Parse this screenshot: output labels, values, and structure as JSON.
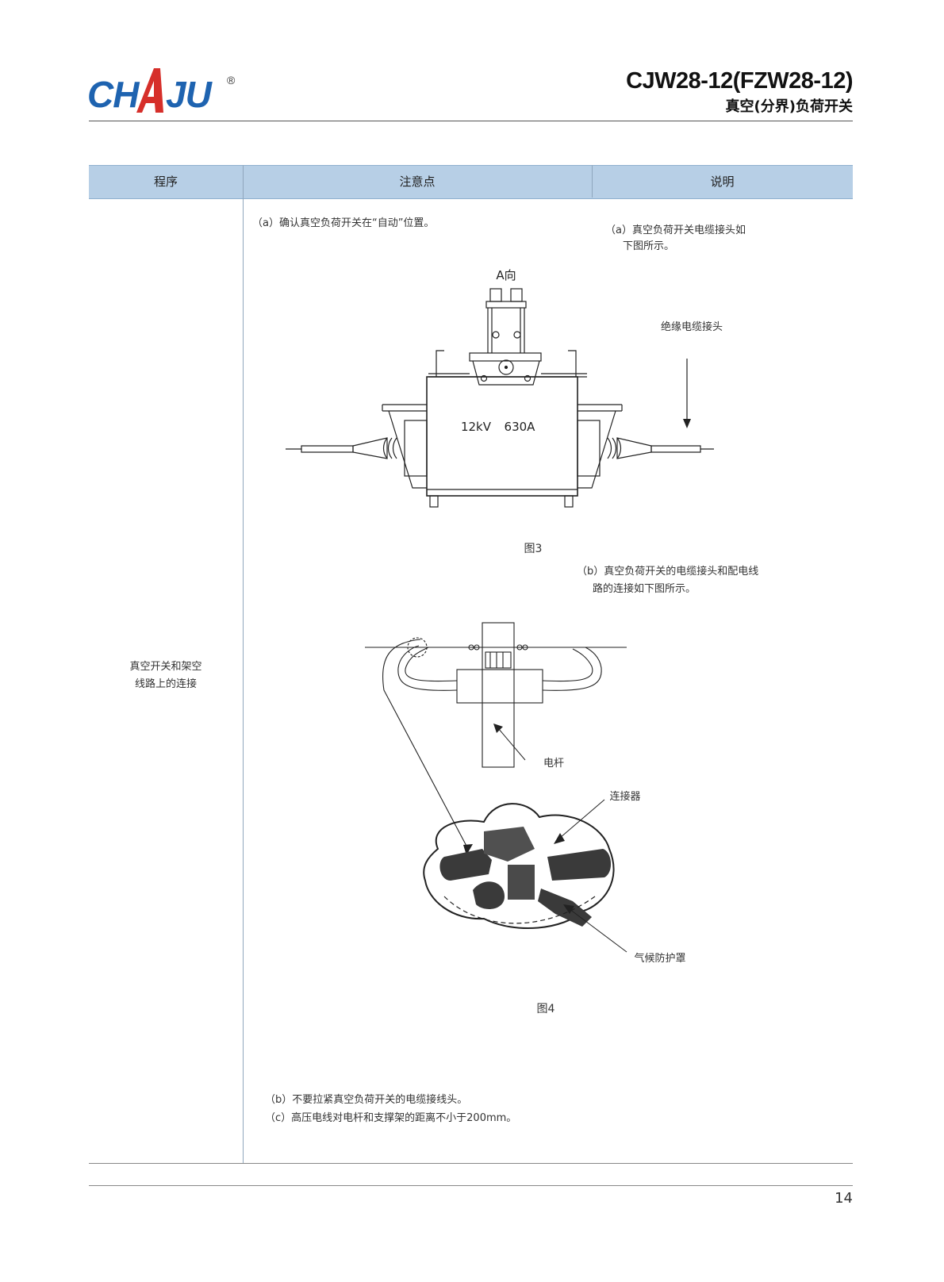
{
  "header": {
    "brand": "CHAJU",
    "registered": "®",
    "model": "CJW28-12(FZW28-12)",
    "product_name": "真空(分界)负荷开关"
  },
  "table": {
    "headers": [
      "程序",
      "注意点",
      "说明"
    ],
    "procedure": [
      "真空开关和架空",
      "线路上的连接"
    ],
    "notes": {
      "a": "（a）确认真空负荷开关在“自动”位置。",
      "b": "（b）不要拉紧真空负荷开关的电缆接线头。",
      "c": "（c）高压电线对电杆和支撑架的距离不小于200mm。"
    },
    "explanations": {
      "a_line1": "（a）真空负荷开关电缆接头如",
      "a_line2": "下图所示。",
      "b_line1": "（b）真空负荷开关的电缆接头和配电线",
      "b_line2": "路的连接如下图所示。"
    }
  },
  "figure3": {
    "view_label": "A向",
    "rating_voltage": "12kV",
    "rating_current": "630A",
    "callout": "绝缘电缆接头",
    "caption": "图3"
  },
  "figure4": {
    "pole_label": "电杆",
    "connector_label": "连接器",
    "cover_label": "气候防护罩",
    "caption": "图4"
  },
  "footer": {
    "page_number": "14"
  },
  "colors": {
    "brand_blue": "#1e63b0",
    "brand_red": "#d62f2a",
    "table_header_bg": "#b7cfe6"
  }
}
